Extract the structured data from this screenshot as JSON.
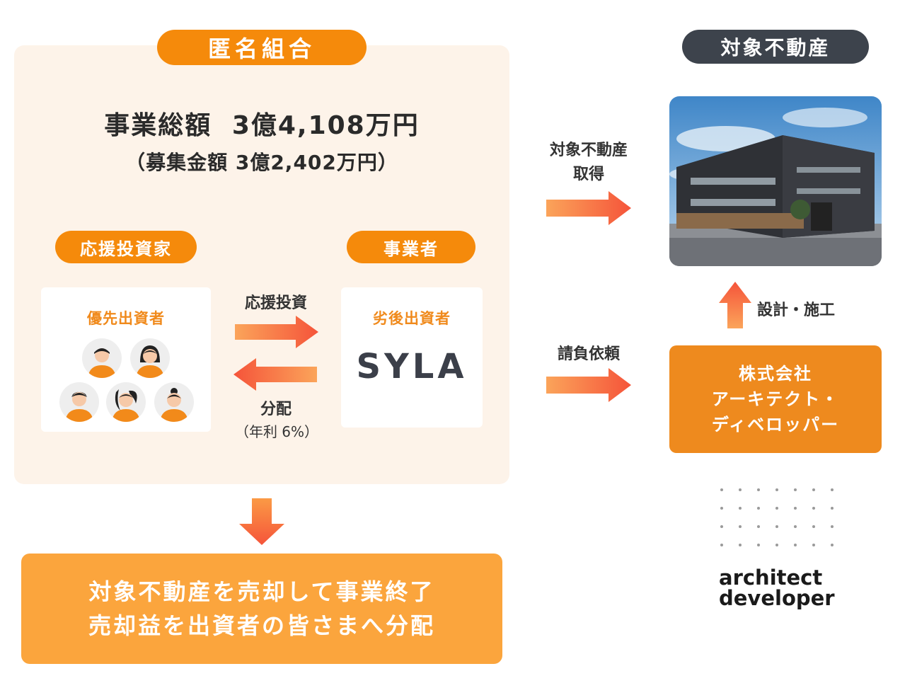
{
  "fund": {
    "title": "匿名組合",
    "total_label": "事業総額",
    "total_value": "3億4,108万円",
    "raise_text": "（募集金額 3億2,402万円）"
  },
  "supporter": {
    "label": "応援投資家",
    "card_title": "優先出資者"
  },
  "operator": {
    "label": "事業者",
    "card_title": "劣後出資者",
    "logo": "SYLA"
  },
  "flows": {
    "invest_label": "応援投資",
    "dist_label": "分配",
    "dist_note": "（年利 6%）",
    "acquire_line1": "対象不動産",
    "acquire_line2": "取得",
    "contract_label": "請負依頼",
    "build_label": "設計・施工"
  },
  "property": {
    "title": "対象不動産"
  },
  "contractor": {
    "line1": "株式会社",
    "line2": "アーキテクト・",
    "line3": "ディベロッパー",
    "logo_line1": "architect",
    "logo_line2": "developer"
  },
  "exit": {
    "line1": "対象不動産を売却して事業終了",
    "line2": "売却益を出資者の皆さまへ分配"
  },
  "colors": {
    "orange": "#f58a0b",
    "panel_bg": "#fdf3e9",
    "dark_pill": "#3d434c",
    "exit_bg": "#fba53d"
  }
}
